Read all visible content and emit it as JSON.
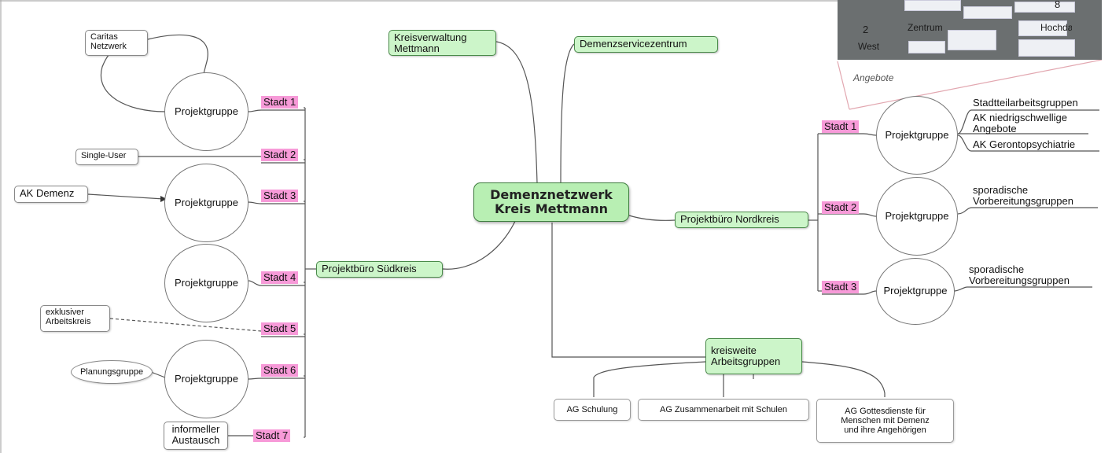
{
  "center": {
    "title": "Demenznetzwerk\nKreis Mettmann"
  },
  "top_nodes": {
    "kreisverwaltung": "Kreisverwaltung\nMettmann",
    "demenzservice": "Demenzservicezentrum"
  },
  "sued": {
    "label": "Projektbüro Südkreis",
    "staedte": [
      "Stadt 1",
      "Stadt 2",
      "Stadt 3",
      "Stadt 4",
      "Stadt 5",
      "Stadt 6",
      "Stadt 7"
    ],
    "projektgruppe": "Projektgruppe",
    "caritas": "Caritas\nNetzwerk",
    "single_user": "Single-User",
    "ak_demenz": "AK Demenz",
    "exklusiv": "exklusiver\nArbeitskreis",
    "planungsgruppe": "Planungsgruppe",
    "informell": "informeller\nAustausch"
  },
  "nord": {
    "label": "Projektbüro Nordkreis",
    "staedte": [
      "Stadt 1",
      "Stadt 2",
      "Stadt 3"
    ],
    "projektgruppe": "Projektgruppe",
    "stadt1_items": [
      "Stadtteilarbeitsgruppen",
      "AK niedrigschwellige\nAngebote",
      "AK Gerontopsychiatrie"
    ],
    "stadt2_item": "sporadische\nVorbereitungsgruppen",
    "stadt3_item": "sporadische\nVorbereitungsgruppen"
  },
  "arbeitsgruppen": {
    "label": "kreisweite\nArbeitsgruppen",
    "items": [
      "AG Schulung",
      "AG Zusammenarbeit mit Schulen",
      "AG Gottesdienste für\nMenschen mit Demenz\nund ihre Angehörigen"
    ]
  },
  "inset": {
    "caption": "Angebote",
    "map_numbers": [
      "2",
      "8"
    ],
    "map_words": [
      "West",
      "Zentrum",
      "Hochdahl"
    ]
  },
  "colors": {
    "pink": "#f79ad8",
    "green": "#ccf5c9",
    "center_green": "#b8efb3"
  }
}
